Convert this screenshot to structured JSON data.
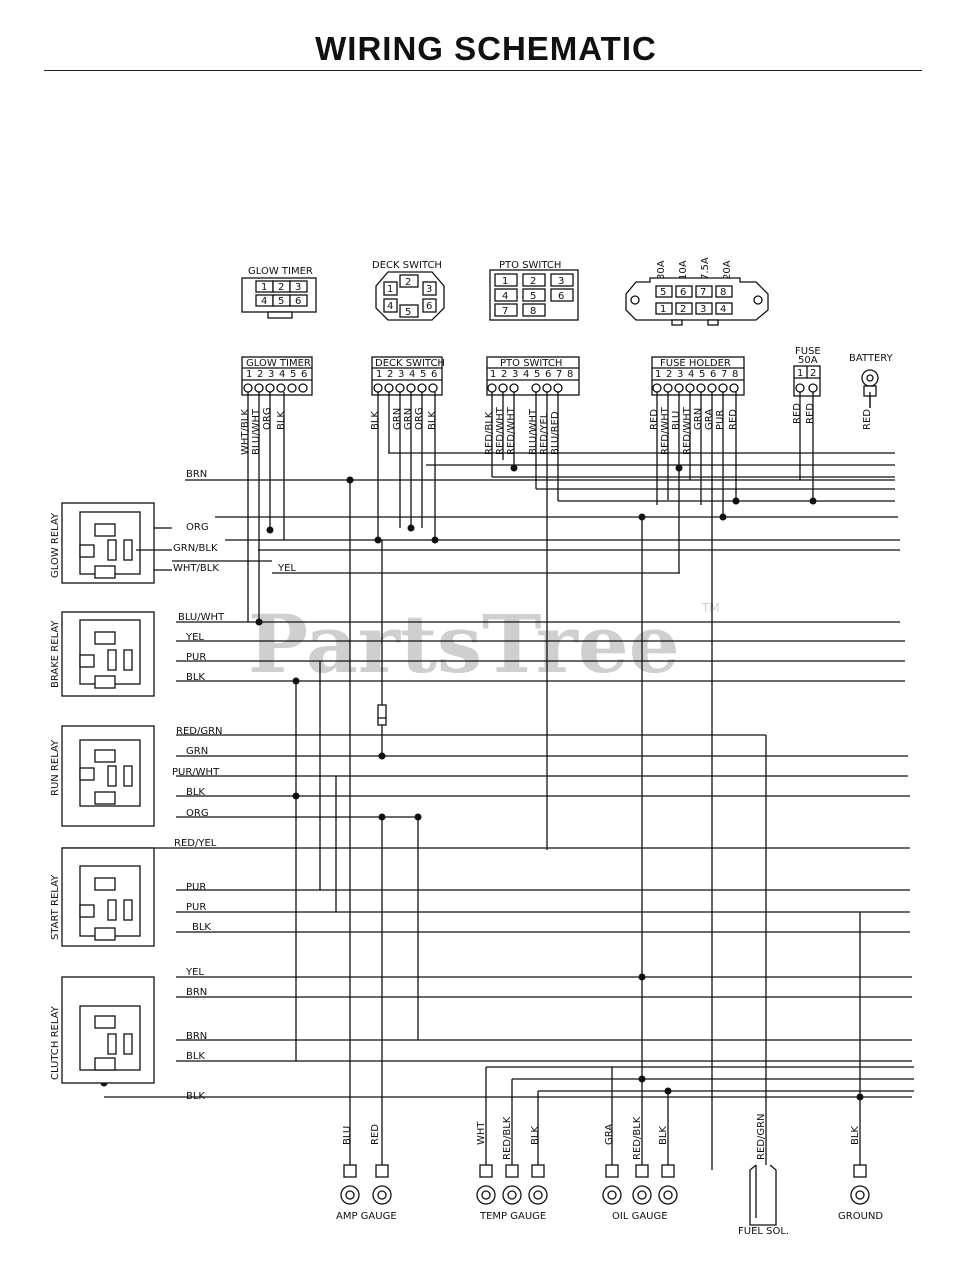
{
  "title": "WIRING SCHEMATIC",
  "watermark": "PartsTree",
  "watermark_tm": "TM",
  "connector_views": {
    "glow_timer": {
      "label": "GLOW TIMER",
      "pins": [
        "1",
        "2",
        "3",
        "4",
        "5",
        "6"
      ]
    },
    "deck_switch": {
      "label": "DECK SWITCH",
      "pins": [
        "1",
        "2",
        "3",
        "4",
        "5",
        "6"
      ]
    },
    "pto_switch": {
      "label": "PTO SWITCH",
      "pins": [
        "1",
        "2",
        "3",
        "4",
        "5",
        "6",
        "7",
        "8"
      ]
    },
    "fuse_block": {
      "ratings": [
        "30A",
        "10A",
        "7.5A",
        "20A"
      ],
      "top_pins": [
        "5",
        "6",
        "7",
        "8"
      ],
      "bottom_pins": [
        "1",
        "2",
        "3",
        "4"
      ]
    }
  },
  "terminal_blocks": {
    "glow_timer": {
      "label": "GLOW TIMER",
      "pins": [
        "1",
        "2",
        "3",
        "4",
        "5",
        "6"
      ],
      "wires": [
        "WHT/BLK",
        "BLU/WHT",
        "ORG",
        "BLK"
      ]
    },
    "deck_switch": {
      "label": "DECK SWITCH",
      "pins": [
        "1",
        "2",
        "3",
        "4",
        "5",
        "6"
      ],
      "wires": [
        "BLK",
        "GRN",
        "GRN",
        "ORG",
        "BLK"
      ]
    },
    "pto_switch": {
      "label": "PTO SWITCH",
      "pins": [
        "1",
        "2",
        "3",
        "4",
        "5",
        "6",
        "7",
        "8"
      ],
      "wires": [
        "RED/BLK",
        "RED/WHT",
        "RED/WHT",
        "BLU/WHT",
        "RED/YEL",
        "BLU/RED"
      ]
    },
    "fuse_holder": {
      "label": "FUSE HOLDER",
      "pins": [
        "1",
        "2",
        "3",
        "4",
        "5",
        "6",
        "7",
        "8"
      ],
      "wires": [
        "RED",
        "RED/WHT",
        "BLU",
        "RED/WHT",
        "GRN",
        "GRA",
        "PUR",
        "RED"
      ]
    },
    "fuse_50a": {
      "label": "FUSE",
      "rating": "50A",
      "pins": [
        "1",
        "2"
      ],
      "wires": [
        "RED",
        "RED"
      ]
    },
    "battery": {
      "label": "BATTERY",
      "wire": "RED"
    }
  },
  "relays": [
    {
      "label": "GLOW RELAY",
      "wires": [
        "BRN",
        "ORG",
        "GRN/BLK",
        "WHT/BLK",
        "YEL"
      ]
    },
    {
      "label": "BRAKE RELAY",
      "wires": [
        "BLU/WHT",
        "YEL",
        "PUR",
        "BLK"
      ]
    },
    {
      "label": "RUN RELAY",
      "wires": [
        "RED/GRN",
        "GRN",
        "PUR/WHT",
        "BLK",
        "ORG"
      ]
    },
    {
      "label": "START RELAY",
      "wires": [
        "RED/YEL",
        "PUR",
        "PUR",
        "BLK"
      ]
    },
    {
      "label": "CLUTCH RELAY",
      "wires": [
        "YEL",
        "BRN",
        "BRN",
        "BLK",
        "BLK"
      ]
    }
  ],
  "bottom_terminals": {
    "amp_gauge": {
      "label": "AMP GAUGE",
      "wires": [
        "BLU",
        "RED"
      ]
    },
    "temp_gauge": {
      "label": "TEMP GAUGE",
      "wires": [
        "WHT",
        "RED/BLK",
        "BLK"
      ]
    },
    "oil_gauge": {
      "label": "OIL GAUGE",
      "wires": [
        "GRA",
        "RED/BLK",
        "BLK"
      ]
    },
    "fuel_sol": {
      "label": "FUEL SOL.",
      "wires": [
        "RED/GRN"
      ]
    },
    "ground": {
      "label": "GROUND",
      "wires": [
        "BLK"
      ]
    }
  }
}
